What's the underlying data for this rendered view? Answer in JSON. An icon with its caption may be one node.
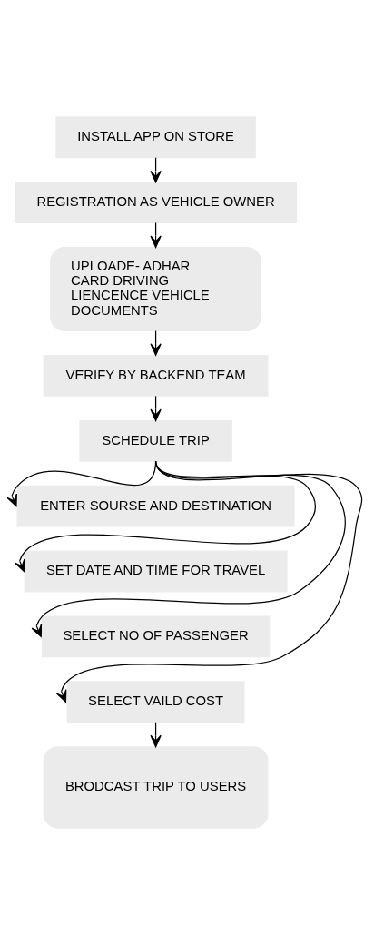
{
  "diagram": {
    "nodes": [
      {
        "text": [
          "INSTALL APP ON STORE"
        ]
      },
      {
        "text": [
          "REGISTRATION AS VEHICLE OWNER"
        ]
      },
      {
        "text": [
          "UPLOADE- ADHAR CARD DRIVING LIENCENCE VEHICLE DOCUMENTS"
        ]
      },
      {
        "text": [
          "VERIFY BY BACKEND TEAM"
        ]
      },
      {
        "text": [
          "SCHEDULE TRIP"
        ]
      },
      {
        "text": [
          "ENTER SOURSE AND DESTINATION"
        ]
      },
      {
        "text": [
          "SET DATE AND TIME FOR TRAVEL"
        ]
      },
      {
        "text": [
          "SELECT NO OF PASSENGER"
        ]
      },
      {
        "text": [
          "SELECT VAILD COST"
        ]
      },
      {
        "text": [
          "BRODCAST TRIP TO USERS"
        ]
      }
    ],
    "edges": [
      {
        "from": 0,
        "to": 1,
        "arrow": "to"
      },
      {
        "from": 1,
        "to": 2,
        "arrow": "to"
      },
      {
        "from": 2,
        "to": 3,
        "arrow": "to"
      },
      {
        "from": 3,
        "to": 4,
        "arrow": "to"
      },
      {
        "from": 4,
        "to": 5,
        "arrow": "to"
      },
      {
        "from": 4,
        "to": 6,
        "arrow": "to"
      },
      {
        "from": 4,
        "to": 7,
        "arrow": "to"
      },
      {
        "from": 4,
        "to": 8,
        "arrow": "to"
      },
      {
        "from": 8,
        "to": 9,
        "arrow": "to"
      }
    ]
  }
}
